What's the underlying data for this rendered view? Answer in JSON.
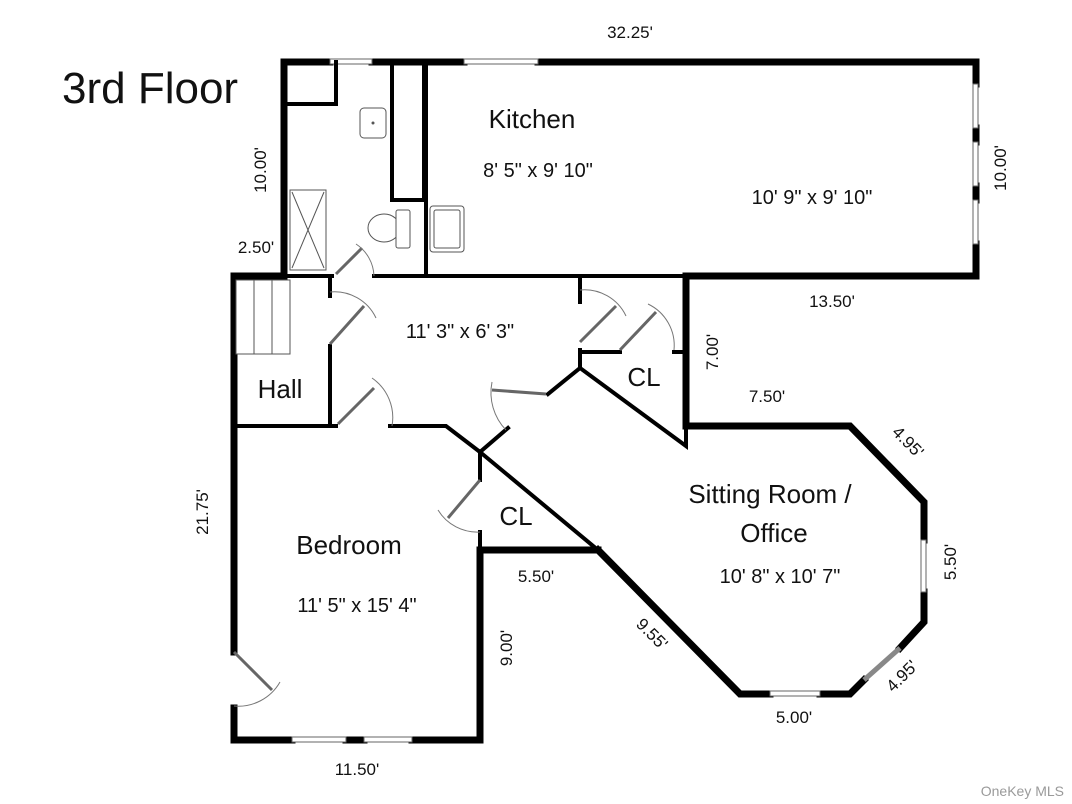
{
  "title": "3rd Floor",
  "watermark": "OneKey MLS",
  "rooms": {
    "kitchen": {
      "name": "Kitchen",
      "size": "8' 5\" x 9' 10\""
    },
    "kitchen_ext": {
      "size": "10' 9\" x 9' 10\""
    },
    "hallway": {
      "size": "11' 3\" x 6' 3\""
    },
    "hall": {
      "name": "Hall"
    },
    "closet_1": {
      "name": "CL"
    },
    "closet_2": {
      "name": "CL"
    },
    "sitting": {
      "name_line1": "Sitting Room /",
      "name_line2": "Office",
      "size": "10' 8\" x 10' 7\""
    },
    "bedroom": {
      "name": "Bedroom",
      "size": "11' 5\" x 15' 4\""
    }
  },
  "measurements": {
    "top": "32.25'",
    "left_upper": "10.00'",
    "left_step": "2.50'",
    "right_upper": "10.00'",
    "notch_top": "13.50'",
    "notch_side": "7.00'",
    "notch_bottom": "7.50'",
    "sit_ne_diag": "4.95'",
    "sit_east": "5.50'",
    "sit_se_diag": "4.95'",
    "sit_south": "5.00'",
    "sit_sw_diag": "9.55'",
    "closet_bottom": "5.50'",
    "bed_east": "9.00'",
    "left_lower": "21.75'",
    "bed_south": "11.50'"
  }
}
